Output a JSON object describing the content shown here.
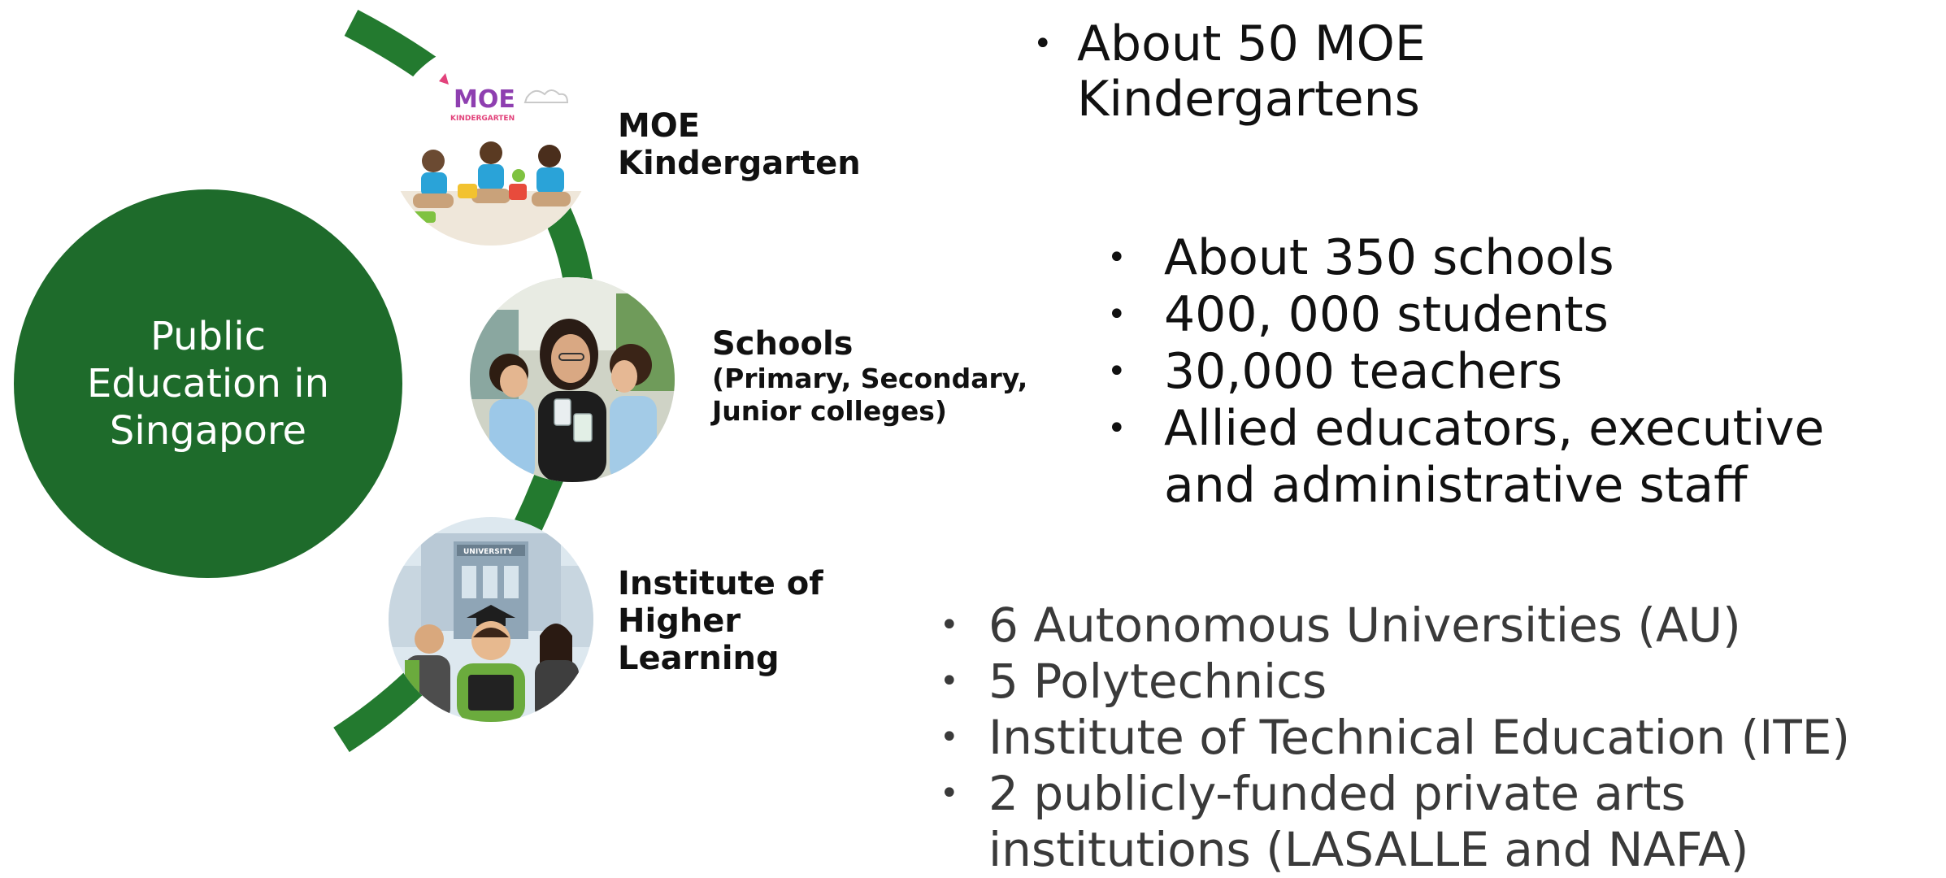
{
  "colors": {
    "hub": "#1e6b2b",
    "arc": "#237a2f",
    "text": "#111111",
    "muted_text": "#3a3a3a"
  },
  "hub": {
    "label": "Public Education in Singapore"
  },
  "nodes": {
    "kindergarten": {
      "title_line1": "MOE",
      "title_line2": "Kindergarten",
      "photo_logo": "MOE",
      "photo_logo_sub": "KINDERGARTEN",
      "facts": [
        "About 50 MOE Kindergartens"
      ]
    },
    "schools": {
      "title": "Schools",
      "subtitle": "(Primary, Secondary, Junior colleges)",
      "facts": [
        "About 350 schools",
        "400, 000 students",
        "30,000 teachers",
        "Allied educators, executive and administrative staff"
      ]
    },
    "ihl": {
      "title": "Institute of Higher Learning",
      "photo_sign": "UNIVERSITY",
      "facts": [
        "6 Autonomous Universities (AU)",
        "5 Polytechnics",
        "Institute of Technical Education (ITE)",
        "2 publicly-funded private arts institutions (LASALLE and NAFA)"
      ]
    }
  }
}
